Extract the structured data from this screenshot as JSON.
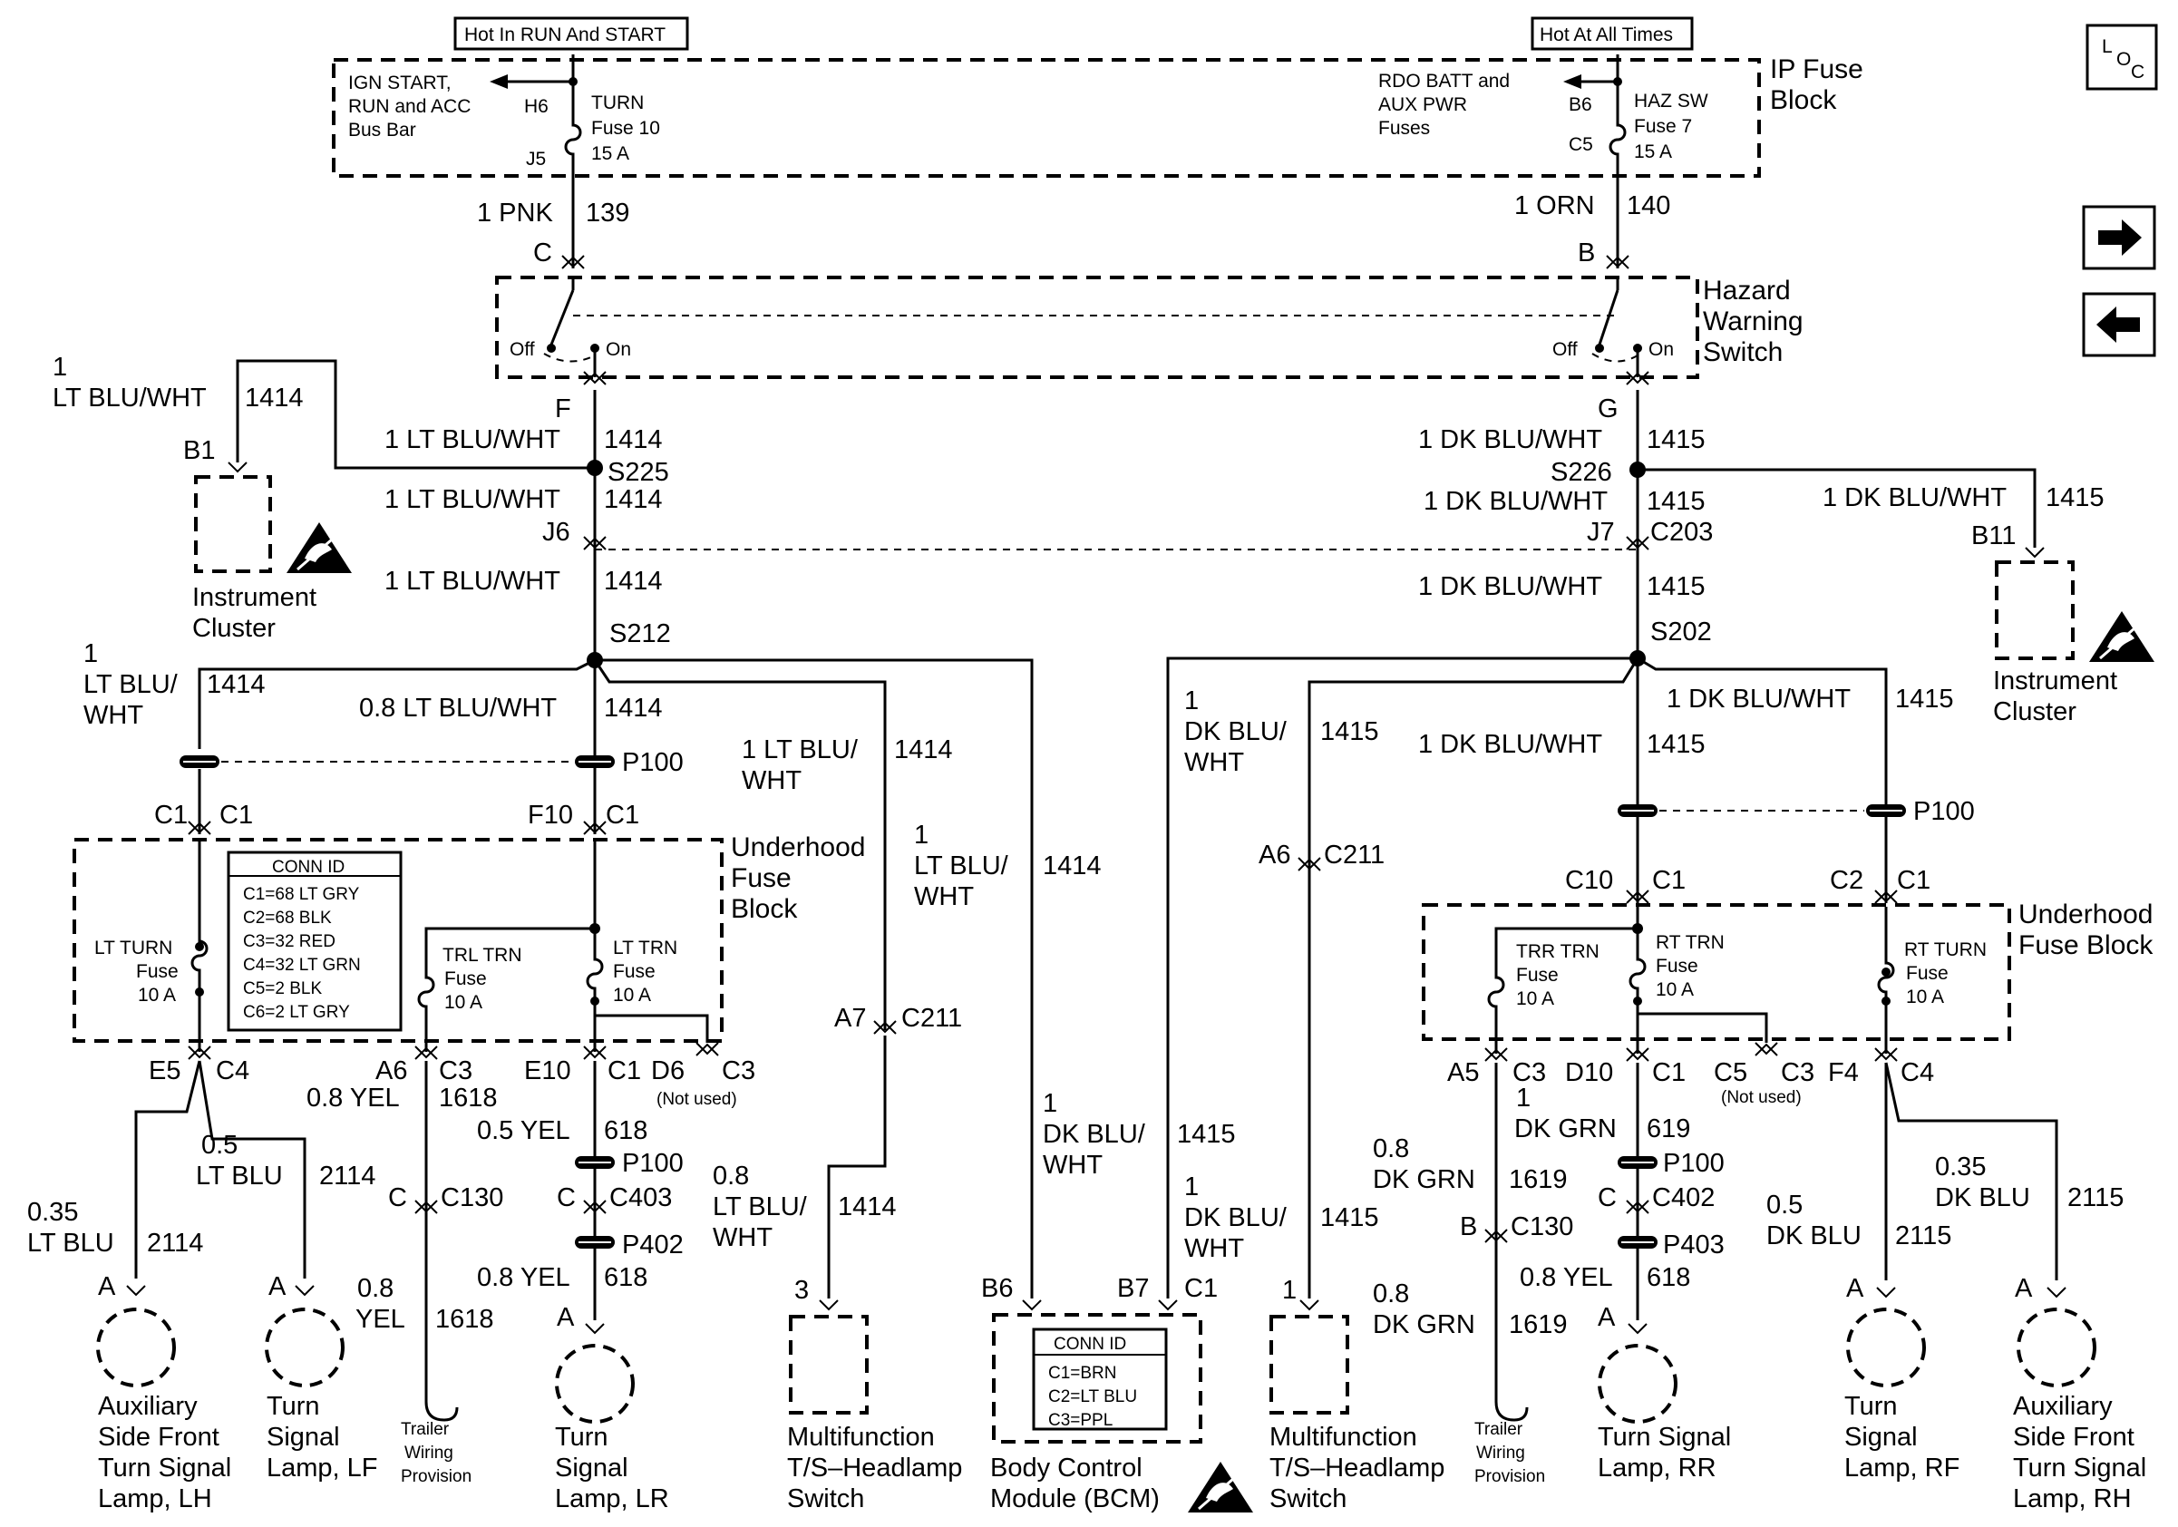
{
  "feeds": {
    "hot_run_start": "Hot In RUN And START",
    "hot_all_times": "Hot At All Times"
  },
  "ip_fuse_block": {
    "title_line1": "IP Fuse",
    "title_line2": "Block",
    "left_bus": [
      "IGN START,",
      "RUN and ACC",
      "Bus Bar"
    ],
    "left_pin_top": "H6",
    "left_pin_bottom": "J5",
    "left_fuse": [
      "TURN",
      "Fuse 10",
      "15 A"
    ],
    "right_bus": [
      "RDO BATT and",
      "AUX PWR",
      "Fuses"
    ],
    "right_pin_top": "B6",
    "right_pin_bottom": "C5",
    "right_fuse": [
      "HAZ SW",
      "Fuse 7",
      "15 A"
    ]
  },
  "wires_top": {
    "left_color": "1 PNK",
    "left_circuit": "139",
    "left_pin": "C",
    "right_color": "1 ORN",
    "right_circuit": "140",
    "right_pin": "B"
  },
  "hazard_switch": {
    "title": [
      "Hazard",
      "Warning",
      "Switch"
    ],
    "off": "Off",
    "on": "On",
    "left_out": "F",
    "right_out": "G"
  },
  "left_side": {
    "cluster_wire_size": "1",
    "cluster_wire_color": "LT BLU/WHT",
    "circuit": "1414",
    "cluster_pin": "B1",
    "cluster_label": [
      "Instrument",
      "Cluster"
    ],
    "wire_full": "1 LT BLU/WHT",
    "s225": "S225",
    "j6": "J6",
    "s212": "S212",
    "branch_a": [
      "1",
      "LT BLU/",
      "WHT"
    ],
    "branch_b": "0.8 LT BLU/WHT",
    "p100": "P100",
    "c1": "C1",
    "f10": "F10",
    "mf_wire": [
      "1 LT BLU/",
      "WHT"
    ],
    "bcm_wire": [
      "1",
      "LT BLU/",
      "WHT"
    ],
    "a7": "A7",
    "c211": "C211",
    "mf_lower": [
      "0.8",
      "LT BLU/",
      "WHT"
    ]
  },
  "underhood_left": {
    "title": [
      "Underhood",
      "Fuse",
      "Block"
    ],
    "conn_id_title": "CONN ID",
    "conn_ids": [
      "C1=68 LT GRY",
      "C2=68 BLK",
      "C3=32 RED",
      "C4=32 LT GRN",
      "C5=2 BLK",
      "C6=2 LT GRY"
    ],
    "fuse1": [
      "LT TURN",
      "Fuse",
      "10 A"
    ],
    "fuse2": [
      "TRL TRN",
      "Fuse",
      "10 A"
    ],
    "fuse3": [
      "LT TRN",
      "Fuse",
      "10 A"
    ],
    "pins": [
      "E5",
      "C4",
      "A6",
      "C3",
      "E10",
      "C1",
      "D6",
      "C3"
    ],
    "not_used": "(Not used)"
  },
  "left_outputs": {
    "w_aux_lh": [
      "0.35",
      "LT BLU"
    ],
    "c_aux_lh": "2114",
    "w_lf": [
      "0.5",
      "LT BLU"
    ],
    "c_lf": "2114",
    "w_trl": "0.8 YEL",
    "c_trl": "1618",
    "pin_c": "C",
    "c130": "C130",
    "w_trl_lower": [
      "0.8",
      "YEL"
    ],
    "w_lr": "0.5 YEL",
    "c_lr": "618",
    "c403": "C403",
    "p402": "P402",
    "w_lr_lower": "0.8 YEL",
    "pin_a": "A"
  },
  "right_side": {
    "wire_full": "1 DK BLU/WHT",
    "circuit": "1415",
    "s226": "S226",
    "j7": "J7",
    "c203": "C203",
    "s202": "S202",
    "cluster_pin": "B11",
    "cluster_label": [
      "Instrument",
      "Cluster"
    ],
    "branch_bcm": [
      "1",
      "DK BLU/",
      "WHT"
    ],
    "a6": "A6",
    "c211": "C211",
    "p100": "P100",
    "c10": "C10",
    "c2": "C2",
    "c1": "C1"
  },
  "underhood_right": {
    "title": [
      "Underhood",
      "Fuse Block"
    ],
    "fuse1": [
      "TRR TRN",
      "Fuse",
      "10 A"
    ],
    "fuse2": [
      "RT TRN",
      "Fuse",
      "10 A"
    ],
    "fuse3": [
      "RT TURN",
      "Fuse",
      "10 A"
    ],
    "pins": [
      "A5",
      "C3",
      "D10",
      "C1",
      "C5",
      "C3",
      "F4",
      "C4"
    ],
    "not_used": "(Not used)"
  },
  "right_outputs": {
    "w_rr": [
      "1",
      "DK GRN"
    ],
    "c_rr": "619",
    "p100": "P100",
    "c402": "C402",
    "p403": "P403",
    "w_rr_lower": "0.8 YEL",
    "c_rr_lower": "618",
    "w_trr": [
      "0.8",
      "DK GRN"
    ],
    "c_trr": "1619",
    "pin_b": "B",
    "c130": "C130",
    "w_trr_lower": [
      "0.8",
      "DK GRN"
    ],
    "w_rf": [
      "0.5",
      "DK BLU"
    ],
    "c_rf": "2115",
    "w_aux_rh": [
      "0.35",
      "DK BLU"
    ],
    "c_aux_rh": "2115",
    "pin_c": "C",
    "pin_a": "A"
  },
  "bcm": {
    "pins": [
      "B6",
      "B7",
      "C1"
    ],
    "wire": [
      "1",
      "DK BLU/",
      "WHT"
    ],
    "circuit": "1415",
    "conn_id_title": "CONN ID",
    "conn_ids": [
      "C1=BRN",
      "C2=LT BLU",
      "C3=PPL"
    ],
    "label": [
      "Body Control",
      "Module (BCM)"
    ]
  },
  "mf_left": {
    "pin": "3",
    "label": [
      "Multifunction",
      "T/S–Headlamp",
      "Switch"
    ]
  },
  "mf_right": {
    "pin": "1",
    "label": [
      "Multifunction",
      "T/S–Headlamp",
      "Switch"
    ]
  },
  "lamps": {
    "aux_lh": [
      "Auxiliary",
      "Side Front",
      "Turn Signal",
      "Lamp, LH"
    ],
    "lf": [
      "Turn",
      "Signal",
      "Lamp, LF"
    ],
    "trl_left": [
      "Trailer",
      "Wiring",
      "Provision"
    ],
    "lr": [
      "Turn",
      "Signal",
      "Lamp, LR"
    ],
    "trl_right": [
      "Trailer",
      "Wiring",
      "Provision"
    ],
    "rr": [
      "Turn Signal",
      "Lamp, RR"
    ],
    "rf": [
      "Turn",
      "Signal",
      "Lamp, RF"
    ],
    "aux_rh": [
      "Auxiliary",
      "Side Front",
      "Turn Signal",
      "Lamp, RH"
    ]
  },
  "corner": {
    "loc_l": "L",
    "loc_o": "O",
    "loc_c": "C"
  },
  "icons": {
    "next": "arrow-right-icon",
    "prev": "arrow-left-icon",
    "esd": "esd-warning-icon",
    "loc": "locator-icon"
  }
}
